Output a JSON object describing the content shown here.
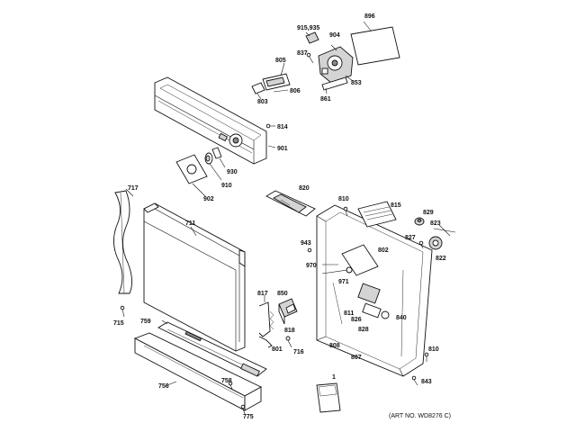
{
  "labels": {
    "p896": "896",
    "p915_935": "915,935",
    "p904": "904",
    "p837": "837",
    "p853": "853",
    "p861": "861",
    "p805": "805",
    "p806": "806",
    "p803": "803",
    "p814": "814",
    "p901": "901",
    "p930": "930",
    "p910": "910",
    "p902": "902",
    "p717": "717",
    "p711": "711",
    "p715": "715",
    "p820": "820",
    "p810a": "810",
    "p815": "815",
    "p829": "829",
    "p823": "823",
    "p827": "827",
    "p822": "822",
    "p943": "943",
    "p802": "802",
    "p970": "970",
    "p971": "971",
    "p817": "817",
    "p850": "850",
    "p818": "818",
    "p801": "801",
    "p716": "716",
    "p811": "811",
    "p826": "826",
    "p840": "840",
    "p828": "828",
    "p808": "808",
    "p807": "807",
    "p810b": "810",
    "p843": "843",
    "p759": "759",
    "p756": "756",
    "p758": "758",
    "p775": "775",
    "p1": "1"
  },
  "art_no": "(ART NO. WD8276 C)"
}
